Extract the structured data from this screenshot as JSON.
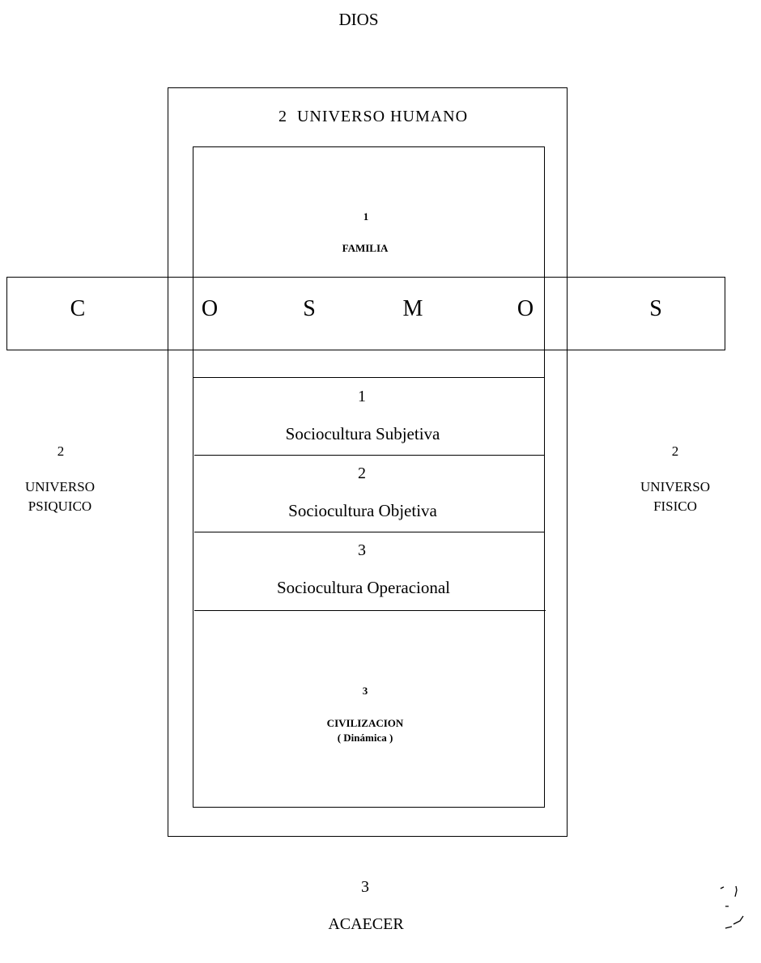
{
  "top_label": "DIOS",
  "outer_box": {
    "number": "2",
    "title": "UNIVERSO HUMANO"
  },
  "familia": {
    "number": "1",
    "label": "FAMILIA"
  },
  "cosmos_letters": [
    "C",
    "O",
    "S",
    "M",
    "O",
    "S"
  ],
  "socioculturas": [
    {
      "number": "1",
      "label": "Sociocultura Subjetiva"
    },
    {
      "number": "2",
      "label": "Sociocultura Objetiva"
    },
    {
      "number": "3",
      "label": "Sociocultura Operacional"
    }
  ],
  "civilizacion": {
    "number": "3",
    "label": "CIVILIZACION",
    "sublabel": "( Dinámica )"
  },
  "left": {
    "number": "2",
    "line1": "UNIVERSO",
    "line2": "PSIQUICO"
  },
  "right": {
    "number": "2",
    "line1": "UNIVERSO",
    "line2": "FISICO"
  },
  "bottom": {
    "number": "3",
    "label": "ACAECER"
  }
}
